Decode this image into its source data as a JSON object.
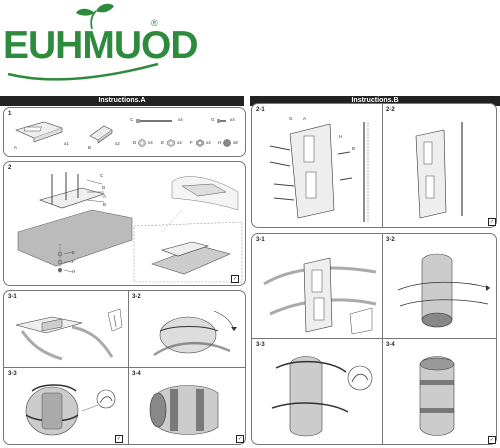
{
  "brand": {
    "name": "EUHMUOD",
    "registered": "®",
    "color": "#2e8b3e"
  },
  "sections": {
    "a": {
      "title": "Instructions.A",
      "step1": {
        "label": "1",
        "parts": [
          {
            "letter": "A",
            "qty": "x1"
          },
          {
            "letter": "B",
            "qty": "x2"
          },
          {
            "letter": "C",
            "qty": "x4"
          },
          {
            "letter": "D",
            "qty": "x4"
          },
          {
            "letter": "E",
            "qty": "x4"
          },
          {
            "letter": "F",
            "qty": "x4"
          },
          {
            "letter": "G",
            "qty": "x4"
          },
          {
            "letter": "H",
            "qty": "x8"
          }
        ]
      },
      "step2": {
        "label": "2",
        "callouts": [
          "C",
          "D",
          "A",
          "B",
          "E",
          "F",
          "H"
        ]
      },
      "step3": {
        "panels": [
          {
            "label": "3-1"
          },
          {
            "label": "3-2"
          },
          {
            "label": "3-3"
          },
          {
            "label": "3-4"
          }
        ]
      }
    },
    "b": {
      "title": "Instructions.B",
      "step2": {
        "panels": [
          {
            "label": "2-1",
            "callouts": [
              "G",
              "A",
              "H",
              "B"
            ]
          },
          {
            "label": "2-2"
          }
        ]
      },
      "step3": {
        "panels": [
          {
            "label": "3-1"
          },
          {
            "label": "3-2"
          },
          {
            "label": "3-3"
          },
          {
            "label": "3-4"
          }
        ]
      }
    }
  },
  "icons": {
    "logo_leaf": "leaf-icon",
    "check": "checkbox-icon",
    "zoom": "magnifier-callout-icon"
  }
}
